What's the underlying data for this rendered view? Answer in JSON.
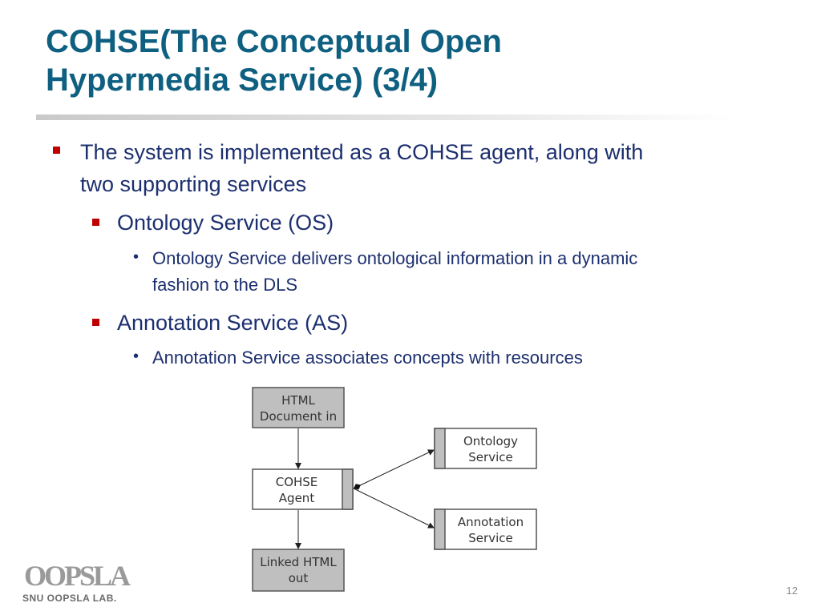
{
  "slide": {
    "title_line1": "COHSE(The Conceptual Open",
    "title_line2": "Hypermedia Service) (3/4)",
    "bullet1_line1": "The system is implemented as a COHSE agent, along with",
    "bullet1_line2": "two supporting services",
    "os_heading": "Ontology Service (OS)",
    "os_detail_line1": "Ontology Service delivers ontological information in a dynamic",
    "os_detail_line2": "fashion to the DLS",
    "as_heading": "Annotation Service (AS)",
    "as_detail": "Annotation Service associates concepts with resources",
    "page_number": "12"
  },
  "diagram": {
    "html_in_line1": "HTML",
    "html_in_line2": "Document in",
    "agent_line1": "COHSE",
    "agent_line2": "Agent",
    "linked_out_line1": "Linked HTML",
    "linked_out_line2": "out",
    "ontology_line1": "Ontology",
    "ontology_line2": "Service",
    "annotation_line1": "Annotation",
    "annotation_line2": "Service"
  },
  "logo": {
    "wordmark": "OOPSLA",
    "caption": "SNU OOPSLA LAB."
  },
  "colors": {
    "title": "#0e5f80",
    "body_text": "#1c2f6f",
    "bullet_marker": "#c00000",
    "node_fill_gray": "#bfbfbf",
    "node_fill_white": "#ffffff"
  }
}
